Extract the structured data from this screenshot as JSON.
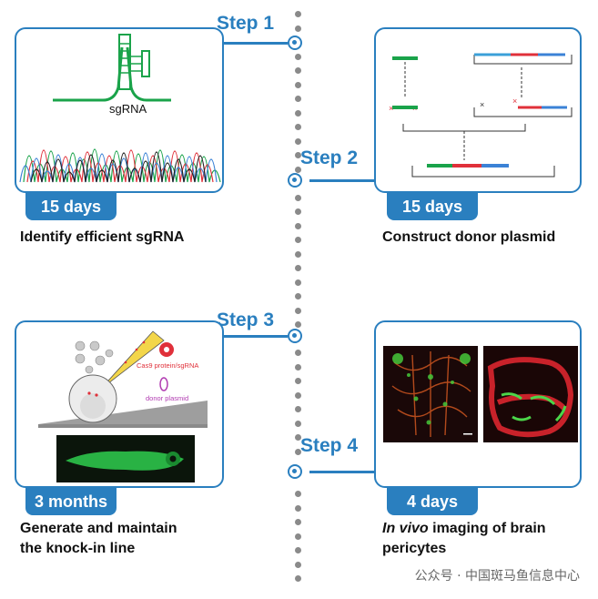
{
  "steps": [
    {
      "label": "Step 1",
      "duration": "15 days",
      "caption": "Identify efficient sgRNA",
      "panel_text": "sgRNA"
    },
    {
      "label": "Step 2",
      "duration": "15 days",
      "caption": "Construct donor plasmid"
    },
    {
      "label": "Step 3",
      "duration": "3 months",
      "caption_line1": "Generate and maintain",
      "caption_line2": "the knock-in line",
      "annotations": {
        "cas9": "Cas9 protein/sgRNA",
        "donor": "donor plasmid"
      }
    },
    {
      "label": "Step 4",
      "duration": "4 days",
      "caption_italic": "In vivo",
      "caption_rest": " imaging of brain",
      "caption_line2": "pericytes"
    }
  ],
  "watermark": "公众号 · 中国斑马鱼信息中心",
  "colors": {
    "accent": "#2a7fbf",
    "green": "#1aa34a",
    "red": "#e0303a",
    "blue": "#3b82d6"
  }
}
